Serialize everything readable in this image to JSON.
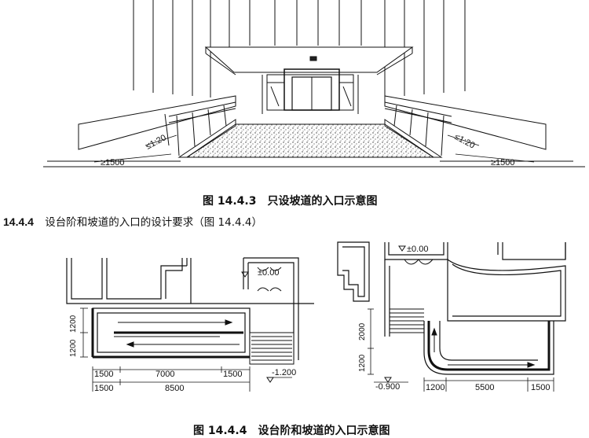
{
  "figure_top": {
    "slope_left": "≤1:20",
    "slope_right": "≤1:20",
    "width_left": "≥1500",
    "width_right": "≥1500",
    "caption": "图 14.4.3　只设坡道的入口示意图"
  },
  "section": {
    "number": "14.4.4",
    "text": "设台阶和坡道的入口的设计要求（图 14.4.4）"
  },
  "plan_left": {
    "level_label": "±0.00",
    "dim_vertical": [
      "1200",
      "1200"
    ],
    "dim_row1": [
      "1500",
      "7000",
      "1500"
    ],
    "dim_row2": [
      "1500",
      "8500"
    ],
    "level_lower": "-1.200"
  },
  "plan_right": {
    "level_label": "±0.00",
    "dim_vertical": [
      "2000",
      "1200"
    ],
    "dim_row": [
      "1200",
      "5500",
      "1500"
    ],
    "level_lower": "-0.900"
  },
  "figure_bottom": {
    "caption": "图 14.4.4　设台阶和坡道的入口示意图"
  }
}
